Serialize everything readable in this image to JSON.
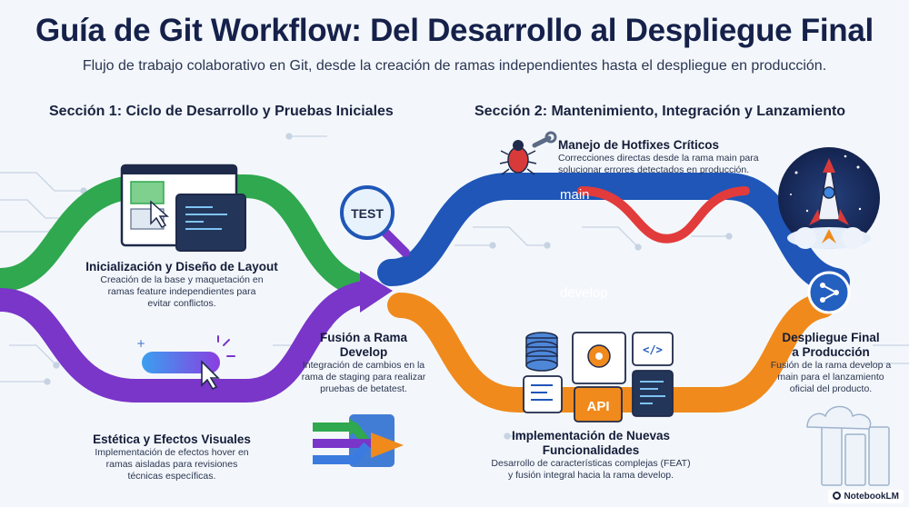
{
  "title": "Guía de Git Workflow: Del Desarrollo al Despliegue Final",
  "subtitle": "Flujo de trabajo colaborativo en Git, desde la creación de ramas independientes hasta el despliegue en producción.",
  "section1": "Sección 1: Ciclo de Desarrollo y Pruebas Iniciales",
  "section2": "Sección 2: Mantenimiento, Integración y Lanzamiento",
  "branches": {
    "main": "main",
    "develop": "develop"
  },
  "test_label": "TEST",
  "api_label": "API",
  "steps": {
    "layout": {
      "title": "Inicialización y Diseño de Layout",
      "desc1": "Creación de la base y maquetación en",
      "desc2": "ramas feature independientes para",
      "desc3": "evitar conflictos."
    },
    "visual": {
      "title": "Estética y Efectos Visuales",
      "desc1": "Implementación de efectos hover en",
      "desc2": "ramas aisladas para revisiones",
      "desc3": "técnicas específicas."
    },
    "merge": {
      "title1": "Fusión a Rama",
      "title2": "Develop",
      "desc1": "Integración de cambios en la",
      "desc2": "rama de staging para realizar",
      "desc3": "pruebas de betatest."
    },
    "hotfix": {
      "title": "Manejo de Hotfixes Críticos",
      "desc1": "Correcciones directas desde la rama main para",
      "desc2": "solucionar errores detectados en producción."
    },
    "features": {
      "title1": "Implementación de Nuevas",
      "title2": "Funcionalidades",
      "desc1": "Desarrollo de características complejas (FEAT)",
      "desc2": "y fusión integral hacia la rama develop."
    },
    "deploy": {
      "title1": "Despliegue Final",
      "title2": "a Producción",
      "desc1": "Fusión de la rama develop a",
      "desc2": "main para el lanzamiento",
      "desc3": "oficial del producto."
    }
  },
  "footer": "NotebookLM",
  "colors": {
    "green": "#2fa84f",
    "purple": "#7a35c9",
    "blue_main": "#1f56b8",
    "develop": "#4ea7e4",
    "orange": "#f08a1c",
    "title": "#15214a"
  },
  "icons": [
    "wireframe-icon",
    "hover-button-icon",
    "merge-arrows-icon",
    "test-magnifier-icon",
    "bug-wrench-icon",
    "api-dashboard-icon",
    "rocket-icon",
    "merge-node-icon",
    "cloud-server-icon"
  ]
}
